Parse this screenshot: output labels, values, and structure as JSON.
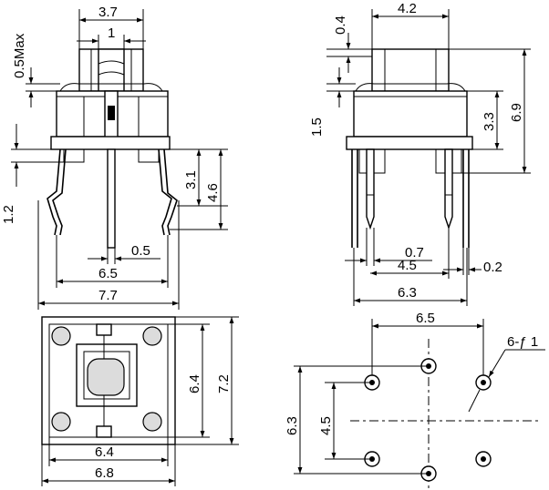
{
  "side_view": {
    "dim_top_width": "3.7",
    "dim_top_inner": "1",
    "dim_plunger_max": "0.5Max",
    "dim_leg_bend": "1.2",
    "dim_leg_31": "3.1",
    "dim_leg_46": "4.6",
    "dim_pin_05": "0.5",
    "dim_pitch": "6.5",
    "dim_width": "7.7"
  },
  "front_view": {
    "dim_cap_width": "4.2",
    "dim_04": "0.4",
    "dim_15": "1.5",
    "dim_33": "3.3",
    "dim_69": "6.9",
    "dim_07": "0.7",
    "dim_45": "4.5",
    "dim_02": "0.2",
    "dim_63": "6.3"
  },
  "top_view": {
    "dim_64v": "6.4",
    "dim_72": "7.2",
    "dim_64h": "6.4",
    "dim_68": "6.8"
  },
  "pcb_view": {
    "dim_65": "6.5",
    "dim_holes": "6-ƒ 1",
    "dim_63": "6.3",
    "dim_45": "4.5"
  }
}
